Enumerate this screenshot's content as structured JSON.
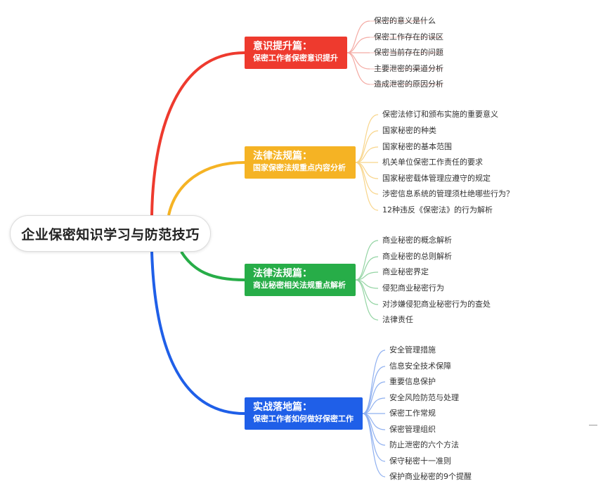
{
  "root": {
    "title": "企业保密知识学习与防范技巧"
  },
  "colors": {
    "red": "#ee3a2e",
    "orange": "#f5b324",
    "green": "#27ad48",
    "blue": "#1f5fe8"
  },
  "branches": [
    {
      "title": "意识提升篇：",
      "subtitle": "保密工作者保密意识提升",
      "color": "#ee3a2e",
      "items": [
        "保密的意义是什么",
        "保密工作存在的误区",
        "保密当前存在的问题",
        "主要泄密的渠道分析",
        "造成泄密的原因分析"
      ]
    },
    {
      "title": "法律法规篇：",
      "subtitle": "国家保密法规重点内容分析",
      "color": "#f5b324",
      "items": [
        "保密法修订和颁布实施的重要意义",
        "国家秘密的种类",
        "国家秘密的基本范围",
        "机关单位保密工作责任的要求",
        "国家秘密载体管理应遵守的规定",
        "涉密信息系统的管理须杜绝哪些行为？",
        "12种违反《保密法》的行为解析"
      ]
    },
    {
      "title": "法律法规篇：",
      "subtitle": "商业秘密相关法规重点解析",
      "color": "#27ad48",
      "items": [
        "商业秘密的概念解析",
        "商业秘密的总则解析",
        "商业秘密界定",
        "侵犯商业秘密行为",
        "对涉嫌侵犯商业秘密行为的查处",
        "法律责任"
      ]
    },
    {
      "title": "实战落地篇：",
      "subtitle": "保密工作者如何做好保密工作",
      "color": "#1f5fe8",
      "items": [
        "安全管理措施",
        "信息安全技术保障",
        "重要信息保护",
        "安全风险防范与处理",
        "保密工作常规",
        "保密管理组织",
        "防止泄密的六个方法",
        "保守秘密十一准则",
        "保护商业秘密的9个提醒"
      ]
    }
  ]
}
